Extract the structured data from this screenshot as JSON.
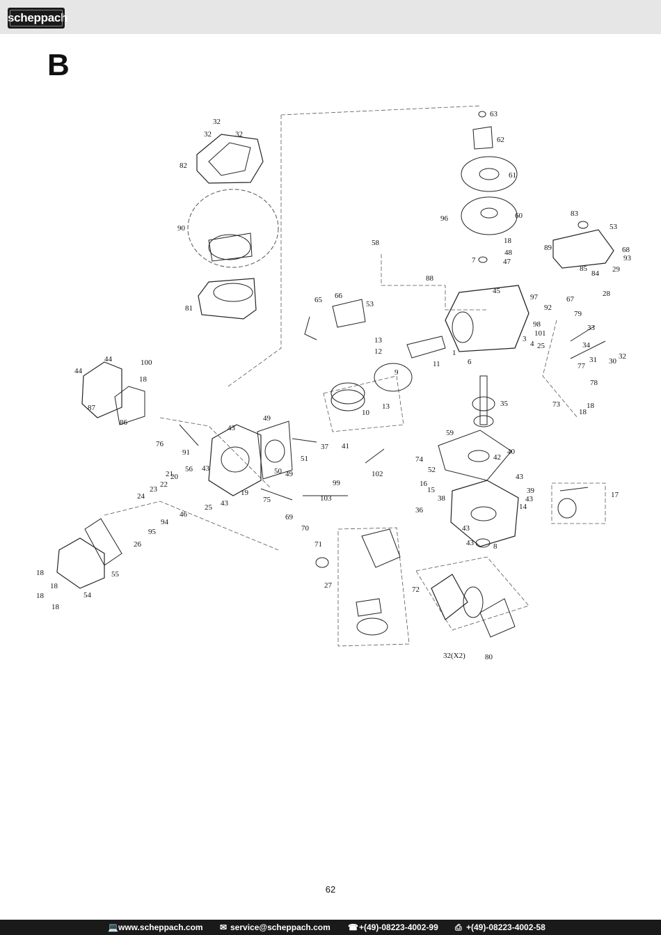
{
  "header": {
    "brand": "scheppach"
  },
  "section_letter": "B",
  "diagram": {
    "callouts": [
      "32",
      "32",
      "32",
      "82",
      "90",
      "81",
      "63",
      "62",
      "61",
      "60",
      "96",
      "18",
      "48",
      "47",
      "7",
      "58",
      "88",
      "45",
      "97",
      "83",
      "53",
      "89",
      "85",
      "68",
      "93",
      "29",
      "84",
      "28",
      "66",
      "53",
      "65",
      "92",
      "67",
      "79",
      "13",
      "12",
      "11",
      "1",
      "6",
      "3",
      "98",
      "101",
      "4",
      "25",
      "33",
      "34",
      "31",
      "30",
      "32",
      "77",
      "78",
      "73",
      "18",
      "18",
      "44",
      "44",
      "100",
      "18",
      "87",
      "86",
      "9",
      "10",
      "13",
      "35",
      "59",
      "76",
      "91",
      "43",
      "49",
      "37",
      "41",
      "51",
      "40",
      "42",
      "74",
      "52",
      "43",
      "21",
      "20",
      "22",
      "56",
      "43",
      "50",
      "49",
      "19",
      "102",
      "99",
      "16",
      "15",
      "38",
      "39",
      "43",
      "17",
      "24",
      "23",
      "43",
      "25",
      "75",
      "103",
      "36",
      "14",
      "46",
      "94",
      "95",
      "26",
      "69",
      "70",
      "71",
      "43",
      "43",
      "8",
      "55",
      "54",
      "18",
      "18",
      "18",
      "18",
      "27",
      "72",
      "32(X2)",
      "80"
    ]
  },
  "page_number": "62",
  "footer": {
    "web": "www.scheppach.com",
    "mail": "service@scheppach.com",
    "phone": "+(49)-08223-4002-99",
    "fax": "+(49)-08223-4002-58"
  }
}
